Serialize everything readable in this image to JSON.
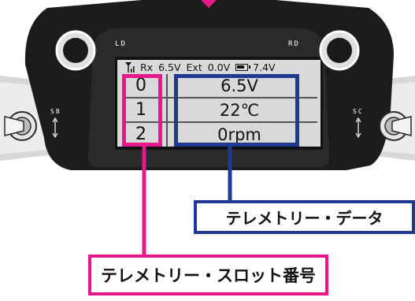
{
  "transmitter": {
    "label_ld": "LD",
    "label_rd": "RD",
    "label_sb": "SB",
    "label_sc": "SC"
  },
  "status_bar": {
    "rx_label": "Rx",
    "rx_voltage": "6.5V",
    "ext_label": "Ext",
    "ext_voltage": "0.0V",
    "tx_voltage": "7.4V"
  },
  "telemetry": {
    "rows": [
      {
        "slot": "0",
        "value": "6.5V"
      },
      {
        "slot": "1",
        "value": "22℃"
      },
      {
        "slot": "2",
        "value": "0rpm"
      }
    ]
  },
  "callouts": {
    "data_label": "テレメトリー・データ",
    "slot_label": "テレメトリー・スロット番号"
  },
  "colors": {
    "slot_highlight": "#e6198c",
    "data_highlight": "#1f3a93",
    "body": "#1c1c1c",
    "lcd": "#d9d9d9"
  }
}
